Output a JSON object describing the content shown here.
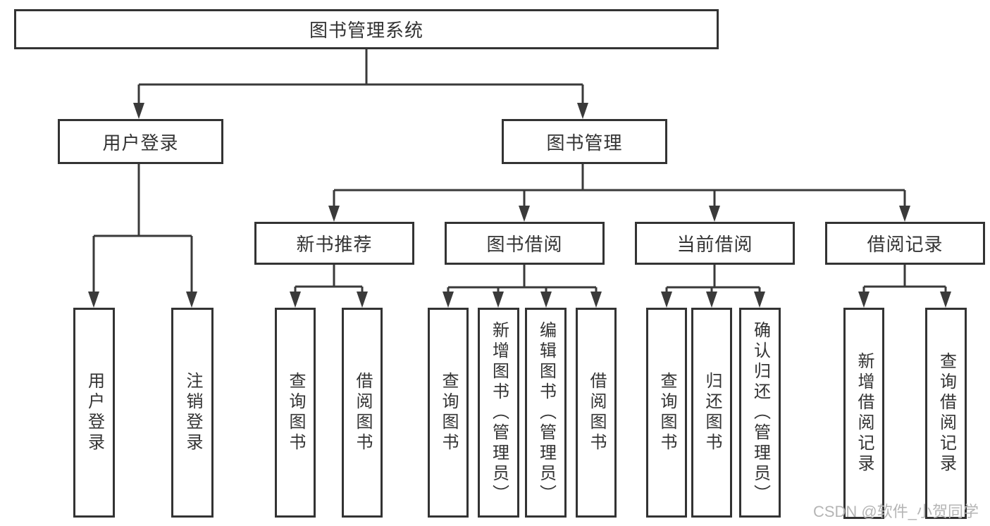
{
  "colors": {
    "line": "#3a3a3a",
    "border": "#333333",
    "text": "#333333",
    "watermark": "#b5b5b5",
    "bg": "#ffffff"
  },
  "tree": {
    "label": "图书管理系统",
    "children": [
      {
        "label": "用户登录",
        "children": [
          {
            "label": "用户登录"
          },
          {
            "label": "注销登录"
          }
        ]
      },
      {
        "label": "图书管理",
        "children": [
          {
            "label": "新书推荐",
            "children": [
              {
                "label": "查询图书"
              },
              {
                "label": "借阅图书"
              }
            ]
          },
          {
            "label": "图书借阅",
            "children": [
              {
                "label": "查询图书"
              },
              {
                "label": "新增图书（管理员）"
              },
              {
                "label": "编辑图书（管理员）"
              },
              {
                "label": "借阅图书"
              }
            ]
          },
          {
            "label": "当前借阅",
            "children": [
              {
                "label": "查询图书"
              },
              {
                "label": "归还图书"
              },
              {
                "label": "确认归还（管理员）"
              }
            ]
          },
          {
            "label": "借阅记录",
            "children": [
              {
                "label": "新增借阅记录"
              },
              {
                "label": "查询借阅记录"
              }
            ]
          }
        ]
      }
    ]
  },
  "watermark": {
    "text": "CSDN @软件_小贺同学"
  }
}
